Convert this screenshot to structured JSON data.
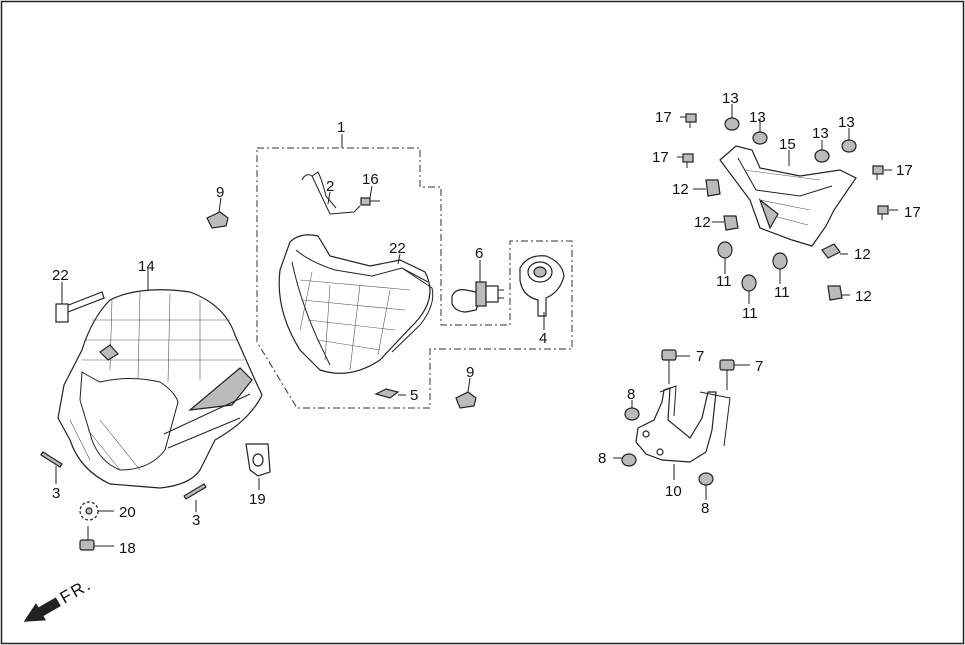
{
  "diagram": {
    "direction_label": "FR.",
    "callouts": {
      "c1": "1",
      "c2": "2",
      "c3a": "3",
      "c3b": "3",
      "c4": "4",
      "c5": "5",
      "c6": "6",
      "c7a": "7",
      "c7b": "7",
      "c8a": "8",
      "c8b": "8",
      "c8c": "8",
      "c9a": "9",
      "c9b": "9",
      "c10": "10",
      "c11a": "11",
      "c11b": "11",
      "c11c": "11",
      "c12a": "12",
      "c12b": "12",
      "c12c": "12",
      "c12d": "12",
      "c13a": "13",
      "c13b": "13",
      "c13c": "13",
      "c13d": "13",
      "c14": "14",
      "c15": "15",
      "c16": "16",
      "c17a": "17",
      "c17b": "17",
      "c17c": "17",
      "c17d": "17",
      "c18": "18",
      "c19": "19",
      "c20": "20",
      "c22a": "22",
      "c22b": "22"
    }
  }
}
